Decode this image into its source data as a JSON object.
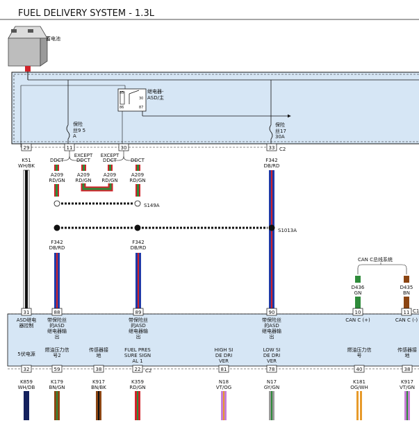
{
  "title": "FUEL DELIVERY SYSTEM - 1.3L",
  "battery": {
    "label": "蓄电池"
  },
  "relay": {
    "line1": "继电器-",
    "line2": "ASD/主",
    "pins": [
      "85",
      "86",
      "30",
      "87"
    ]
  },
  "fuses": [
    {
      "l1": "保险",
      "l2": "丝9 5",
      "l3": "A"
    },
    {
      "l1": "保险",
      "l2": "丝17",
      "l3": "30A"
    }
  ],
  "connectors": {
    "c2": "C2",
    "c1": "C1"
  },
  "top_pins": [
    "29",
    "11",
    "30",
    "33"
  ],
  "top_wires": [
    {
      "code": "K51",
      "color": "WH/BK"
    },
    {
      "code": "F342",
      "color": "DB/RD"
    }
  ],
  "ddct": [
    "DDCT",
    "EXCEPT",
    "DDCT",
    "EXCEPT",
    "DDCT",
    "DDCT"
  ],
  "a209": [
    {
      "code": "A209",
      "color": "RD/GN"
    },
    {
      "code": "A209",
      "color": "RD/GN"
    },
    {
      "code": "A209",
      "color": "RD/GN"
    },
    {
      "code": "A209",
      "color": "RD/GN"
    }
  ],
  "splices": {
    "s1": "S149A",
    "s2": "S1013A"
  },
  "mid_wires": [
    {
      "code": "F342",
      "color": "DB/RD"
    },
    {
      "code": "F342",
      "color": "DB/RD"
    }
  ],
  "can": {
    "title": "CAN C总线系统",
    "wires": [
      {
        "code": "D436",
        "color": "GN"
      },
      {
        "code": "D435",
        "color": "BN"
      }
    ]
  },
  "pcm_top_pins": [
    "31",
    "88",
    "89",
    "90",
    "10",
    "11"
  ],
  "pcm_top_labels": [
    [
      "ASD继电",
      "器控制"
    ],
    [
      "带保险丝",
      "的ASD",
      "继电器输",
      "出"
    ],
    [
      "带保险丝",
      "的ASD",
      "继电器输",
      "出"
    ],
    [
      "带保险丝",
      "的ASD",
      "继电器输",
      "出"
    ],
    [
      "CAN C (+)"
    ],
    [
      "CAN C (-)"
    ]
  ],
  "pcm_bottom_labels": [
    [
      "5伏电源"
    ],
    [
      "燃油压力信",
      "号2"
    ],
    [
      "传感器接",
      "地"
    ],
    [
      "FUEL PRES",
      "SURE SIGN",
      "AL 1"
    ],
    [
      "HIGH SI",
      "DE DRI",
      "VER"
    ],
    [
      "LOW SI",
      "DE DRI",
      "VER"
    ],
    [
      "燃油压力信",
      "号"
    ],
    [
      "传感器接",
      "地"
    ]
  ],
  "bottom_pins": [
    "32",
    "59",
    "38",
    "22",
    "81",
    "78",
    "40",
    "38"
  ],
  "bottom_wires": [
    {
      "code": "K859",
      "color": "WH/DB"
    },
    {
      "code": "K179",
      "color": "BN/GN"
    },
    {
      "code": "K917",
      "color": "BN/BK"
    },
    {
      "code": "K359",
      "color": "RD/GN"
    },
    {
      "code": "N18",
      "color": "VT/OG"
    },
    {
      "code": "N17",
      "color": "GY/GN"
    },
    {
      "code": "K181",
      "color": "OG/WH"
    },
    {
      "code": "K917",
      "color": "VT/GN"
    }
  ],
  "colors": {
    "module_fill": "#d6e6f5",
    "red": "#d2232a",
    "green": "#2e8b3a",
    "blue": "#1f3aa8",
    "dark_blue": "#14215e",
    "brown": "#8b4513",
    "violet": "#c77dd6",
    "orange": "#e79a2a",
    "grey": "#9a9a9a"
  }
}
